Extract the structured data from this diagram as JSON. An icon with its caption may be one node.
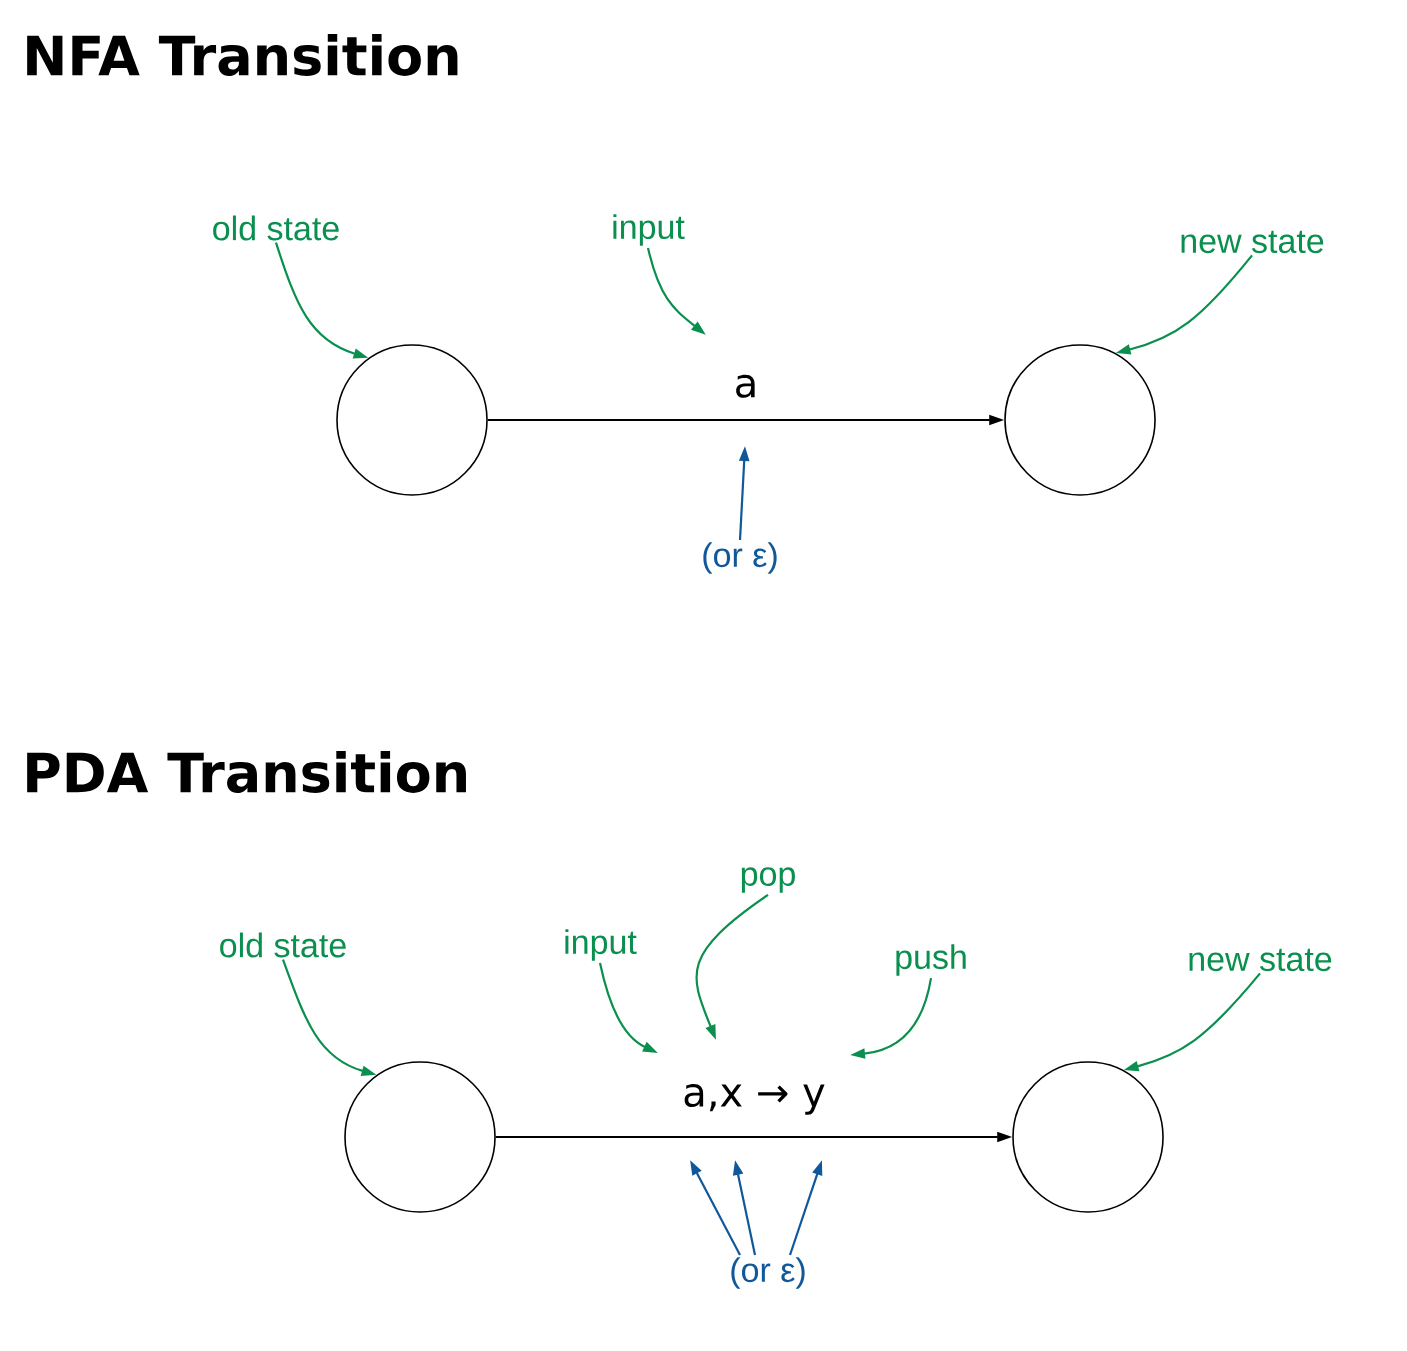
{
  "diagram": {
    "nodes": [
      {
        "text": [],
        "shape": "circle"
      },
      {
        "text": [],
        "shape": "circle"
      },
      {
        "text": [
          "old state"
        ]
      },
      {
        "text": [
          "input"
        ]
      },
      {
        "text": [
          "new state"
        ]
      },
      {
        "text": [
          "(or ε)"
        ]
      },
      {
        "text": [],
        "shape": "circle"
      },
      {
        "text": [],
        "shape": "circle"
      },
      {
        "text": [
          "old state"
        ]
      },
      {
        "text": [
          "input"
        ]
      },
      {
        "text": [
          "pop"
        ]
      },
      {
        "text": [
          "push"
        ]
      },
      {
        "text": [
          "new state"
        ]
      },
      {
        "text": [
          "(or ε)"
        ]
      }
    ],
    "edges": [
      {
        "from": 0,
        "to": 1,
        "arrow": "to",
        "label": "a",
        "color": "#000000"
      },
      {
        "from": 2,
        "to": 0,
        "arrow": "to"
      },
      {
        "from": 3,
        "to": null,
        "arrow": "to"
      },
      {
        "from": 4,
        "to": 1,
        "arrow": "to"
      },
      {
        "from": 5,
        "to": null,
        "arrow": "to",
        "color": "#10589a"
      },
      {
        "from": 6,
        "to": 7,
        "arrow": "to",
        "label": "a,x → y",
        "color": "#000000"
      },
      {
        "from": 8,
        "to": 6,
        "arrow": "to"
      },
      {
        "from": 9,
        "to": null,
        "arrow": "to"
      },
      {
        "from": 10,
        "to": null,
        "arrow": "to"
      },
      {
        "from": 11,
        "to": null,
        "arrow": "to"
      },
      {
        "from": 12,
        "to": 7,
        "arrow": "to"
      },
      {
        "from": 13,
        "to": null,
        "arrow": "to",
        "color": "#10589a"
      },
      {
        "from": 13,
        "to": null,
        "arrow": "to",
        "color": "#10589a"
      },
      {
        "from": 13,
        "to": null,
        "arrow": "to",
        "color": "#10589a"
      }
    ],
    "labels": [
      "NFA Transition",
      "PDA Transition"
    ]
  }
}
